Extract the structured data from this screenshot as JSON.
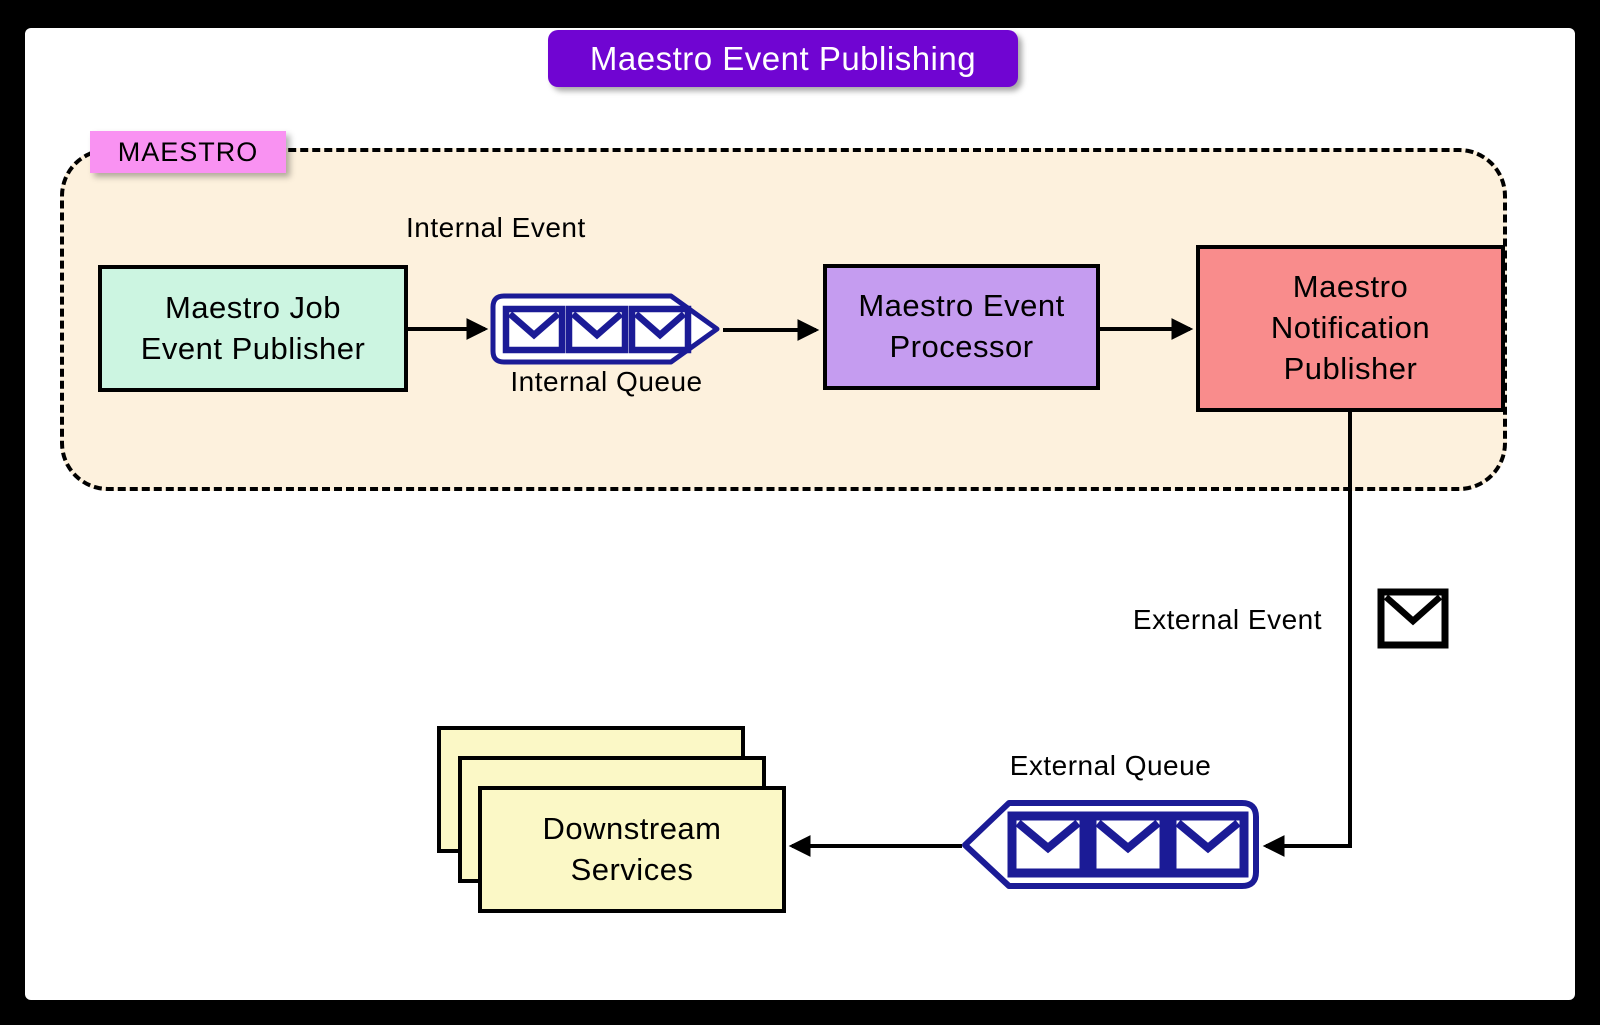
{
  "title": "Maestro Event Publishing",
  "group": {
    "label": "MAESTRO"
  },
  "labels": {
    "internal_event": "Internal Event",
    "internal_queue": "Internal Queue",
    "external_event": "External Event",
    "external_queue": "External Queue"
  },
  "nodes": {
    "job_event_publisher": {
      "line1": "Maestro Job",
      "line2": "Event Publisher"
    },
    "event_processor": {
      "line1": "Maestro Event",
      "line2": "Processor"
    },
    "notification_publisher": {
      "line1": "Maestro",
      "line2": "Notification",
      "line3": "Publisher"
    },
    "downstream_services": {
      "line1": "Downstream",
      "line2": "Services"
    }
  },
  "icons": {
    "internal_queue": "queue-with-3-envelope-icons",
    "external_queue": "queue-with-3-envelope-icons",
    "external_event": "envelope-icon"
  },
  "colors": {
    "title_banner_bg": "#7005d2",
    "title_text": "#ffffff",
    "maestro_label_bg": "#f992f2",
    "container_bg": "#fdf1dd",
    "job_publisher_bg": "#ccf5e1",
    "event_processor_bg": "#c59cf0",
    "notification_publisher_bg": "#f98c8c",
    "downstream_services_bg": "#fbf8c6",
    "queue_blue": "#1b1b96",
    "line_black": "#000000"
  }
}
